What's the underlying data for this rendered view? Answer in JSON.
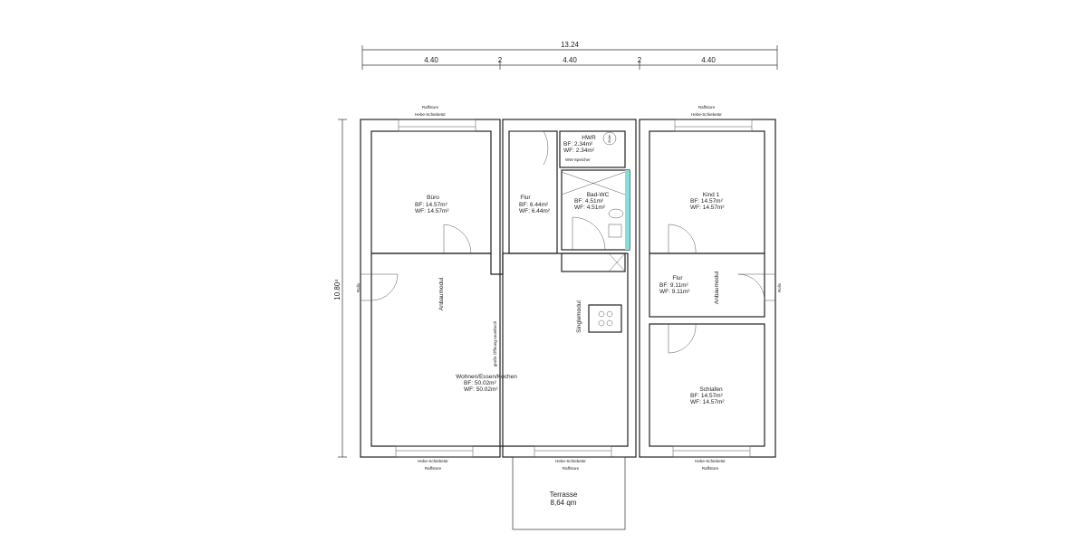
{
  "dimensions": {
    "total_width": "13.24",
    "segments": [
      "4.40",
      "2",
      "4.40",
      "2",
      "4.40"
    ],
    "height": "10.80⁴"
  },
  "rooms": [
    {
      "name": "Büro",
      "bf": "BF:  14.57m²",
      "wf": "WF:  14.57m²"
    },
    {
      "name": "Flur",
      "bf": "BF:  6.44m²",
      "wf": "WF:  6.44m²"
    },
    {
      "name": "HWR",
      "bf": "BF:  2.34m²",
      "wf": "WF:  2.34m²"
    },
    {
      "name": "Bad-WC",
      "bf": "BF:  4.51m²",
      "wf": "WF:  4.51m²"
    },
    {
      "name": "Kind 1",
      "bf": "BF:  14.57m²",
      "wf": "WF:  14.57m²"
    },
    {
      "name": "Flur",
      "bf": "BF:  9.11m²",
      "wf": "WF:  9.11m²"
    },
    {
      "name": "Wohnen/Essen/Kochen",
      "bf": "BF:  50.02m²",
      "wf": "WF:  50.02m²"
    },
    {
      "name": "Schlafen",
      "bf": "BF:  14.57m²",
      "wf": "WF:  14.57m²"
    }
  ],
  "terrace": {
    "name": "Terrasse",
    "area": "8,64 qm"
  },
  "labels": {
    "raffstore": "Raffstore",
    "hebe": "Hebe-Schiebetür",
    "anbau": "Anbaumodul",
    "single": "Singlemodul",
    "opening": "große Öffnung raumhoch",
    "rollo": "Rollo",
    "speicher": "WW-Speicher",
    "boiler": "Boiler"
  }
}
